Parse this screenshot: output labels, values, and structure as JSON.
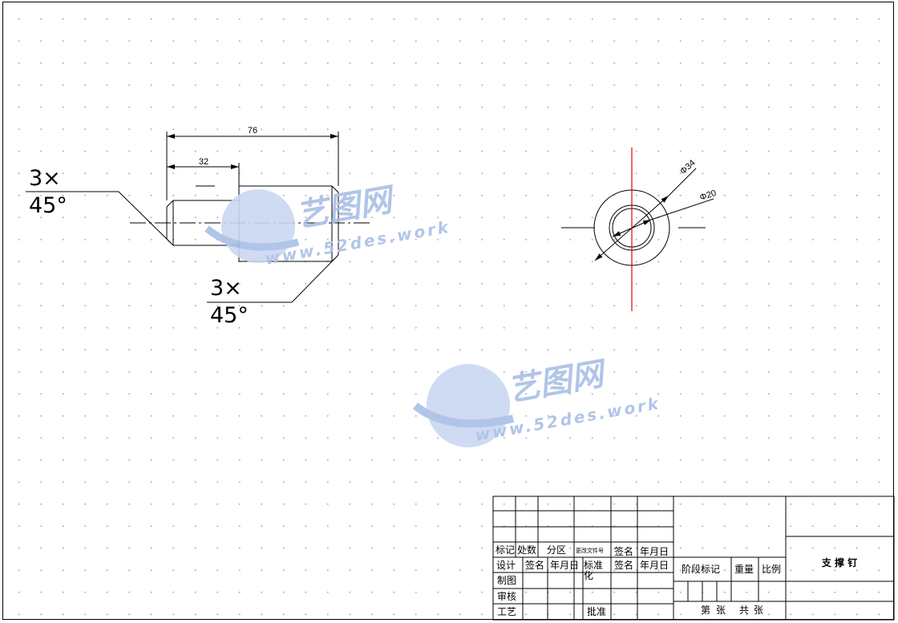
{
  "drawing": {
    "dimensions": {
      "overall_length": "76",
      "step_length": "32",
      "outer_diameter": "Φ34",
      "inner_diameter": "Φ20"
    },
    "chamfer_left": {
      "line1": "3×",
      "line2": "45°"
    },
    "chamfer_right": {
      "line1": "3×",
      "line2": "45°"
    },
    "colors": {
      "line": "#000000",
      "centerline": "#e00000",
      "watermark": "#a9bfe6"
    }
  },
  "watermarks": [
    {
      "cn": "艺图网",
      "url": "www.52des.work"
    },
    {
      "cn": "艺图网",
      "url": "www.52des.work"
    }
  ],
  "title_block": {
    "headers": {
      "biaoji": "标记",
      "chushu": "处数",
      "fenqu": "分区",
      "gengai": "更改文件号",
      "qianming": "签名",
      "nianyueri": "年月日"
    },
    "rows": {
      "sheji": "设计",
      "qianming2": "签名",
      "nianyueri2": "年月日",
      "biaozhun": "标准",
      "hua": "化",
      "qianming3": "签名",
      "nianyueri3": "年月日",
      "zhitu": "制图",
      "shenhe": "审核",
      "gongyi": "工艺",
      "pizhun": "批准"
    },
    "stage": {
      "jieduan": "阶段标记",
      "zhongliang": "重量",
      "bili": "比例"
    },
    "sheets": {
      "di": "第",
      "zhang1": "张",
      "gong": "共",
      "zhang2": "张"
    },
    "part_name": "支 撑 钉"
  }
}
